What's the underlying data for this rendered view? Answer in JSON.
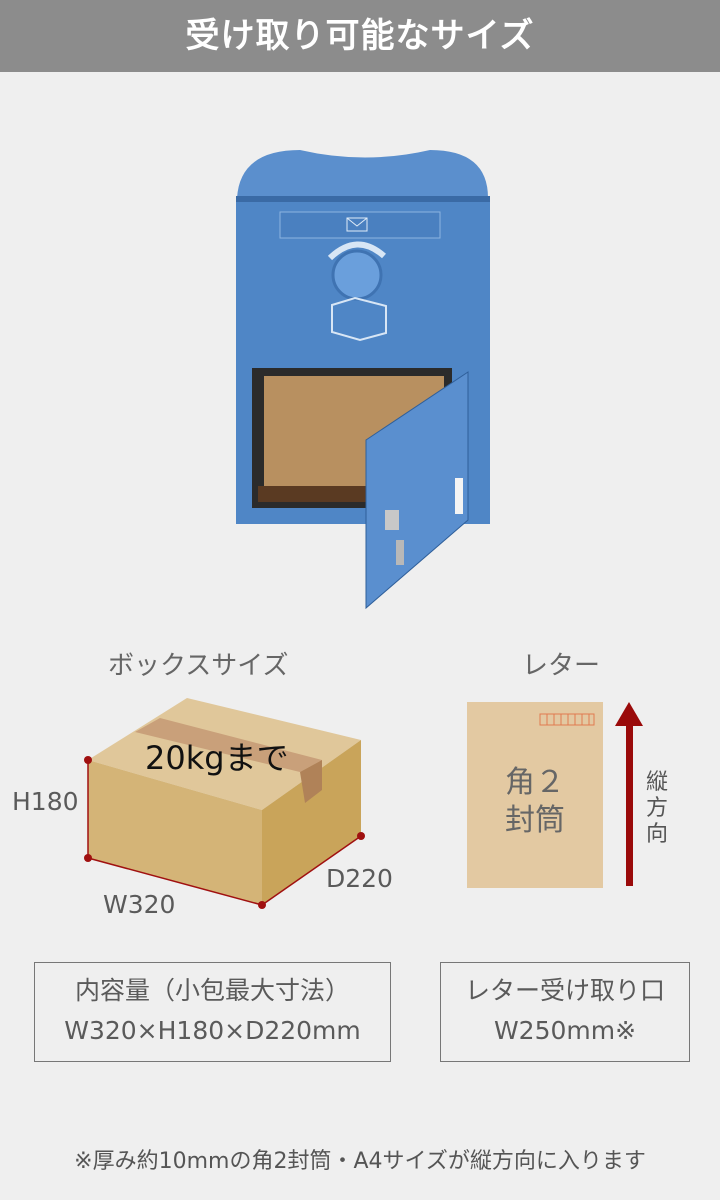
{
  "header": {
    "title": "受け取り可能なサイズ"
  },
  "box_section": {
    "title": "ボックスサイズ",
    "weight_label": "20kgまで",
    "height": "H180",
    "width": "W320",
    "depth": "D220"
  },
  "letter_section": {
    "title": "レター",
    "envelope_label_1": "角２",
    "envelope_label_2": "封筒",
    "direction": "縦方向"
  },
  "capacity": {
    "title": "内容量（小包最大寸法）",
    "value": "W320×H180×D220mm"
  },
  "slot": {
    "title": "レター受け取り口",
    "value": "W250mm※"
  },
  "footnote": "※厚み約10mmの角2封筒・A4サイズが縦方向に入ります",
  "colors": {
    "header": "#8c8c8c",
    "mailbox": "#4f86c6",
    "arrow": "#9a0a0a",
    "envelope": "#e3c9a2"
  }
}
